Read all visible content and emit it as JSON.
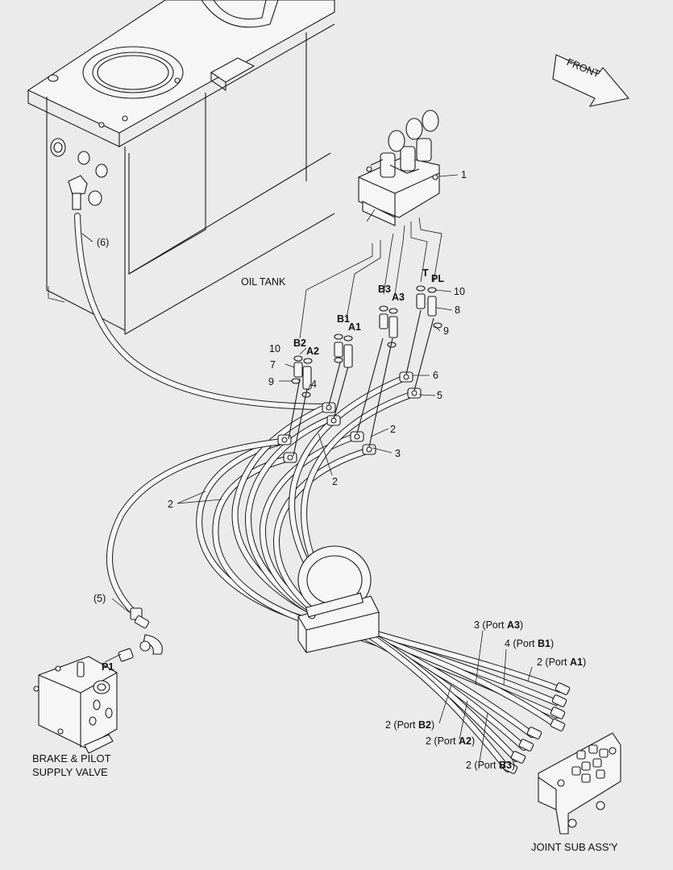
{
  "labels": {
    "front": "FRONT",
    "oil_tank": "OIL TANK",
    "hose_6": "(6)",
    "hose_5": "(5)",
    "valve_1": "1",
    "brake_pilot_line1": "BRAKE & PILOT",
    "brake_pilot_line2": "SUPPLY VALVE",
    "joint_sub_assy": "JOINT SUB ASS'Y",
    "p1": "P1",
    "t": "T",
    "pl": "PL",
    "b1": "B1",
    "a1": "A1",
    "b2": "B2",
    "a2": "A2",
    "b3": "B3",
    "a3": "A3",
    "n10_left": "10",
    "n7": "7",
    "n9_left": "9",
    "n4": "4",
    "n10_right": "10",
    "n8": "8",
    "n9_right": "9",
    "n6": "6",
    "n5": "5",
    "n2_right": "2",
    "n3": "3",
    "n2_mid": "2",
    "n2_left": "2",
    "port_a3_prefix": "3 (Port ",
    "port_a3_bold": "A3",
    "port_a3_suffix": ")",
    "port_b1_prefix": "4 (Port ",
    "port_b1_bold": "B1",
    "port_b1_suffix": ")",
    "port_a1_prefix": "2 (Port ",
    "port_a1_bold": "A1",
    "port_a1_suffix": ")",
    "port_b2_prefix": "2 (Port ",
    "port_b2_bold": "B2",
    "port_b2_suffix": ")",
    "port_a2_prefix": "2 (Port ",
    "port_a2_bold": "A2",
    "port_a2_suffix": ")",
    "port_b3_prefix": "2 (Port ",
    "port_b3_bold": "B3",
    "port_b3_suffix": ")"
  }
}
